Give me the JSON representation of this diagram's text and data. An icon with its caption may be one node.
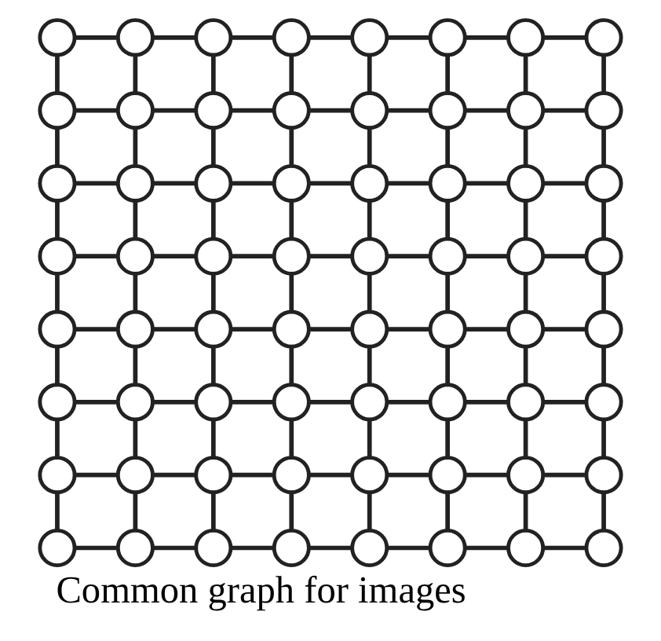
{
  "diagram": {
    "caption": "Common graph for images",
    "nodes": [
      {
        "text": [],
        "shape": "circle"
      },
      {
        "text": [],
        "shape": "circle"
      },
      {
        "text": [],
        "shape": "circle"
      },
      {
        "text": [],
        "shape": "circle"
      },
      {
        "text": [],
        "shape": "circle"
      },
      {
        "text": [],
        "shape": "circle"
      },
      {
        "text": [],
        "shape": "circle"
      },
      {
        "text": [],
        "shape": "circle"
      },
      {
        "text": [],
        "shape": "circle"
      },
      {
        "text": [],
        "shape": "circle"
      },
      {
        "text": [],
        "shape": "circle"
      },
      {
        "text": [],
        "shape": "circle"
      },
      {
        "text": [],
        "shape": "circle"
      },
      {
        "text": [],
        "shape": "circle"
      },
      {
        "text": [],
        "shape": "circle"
      },
      {
        "text": [],
        "shape": "circle"
      },
      {
        "text": [],
        "shape": "circle"
      },
      {
        "text": [],
        "shape": "circle"
      },
      {
        "text": [],
        "shape": "circle"
      },
      {
        "text": [],
        "shape": "circle"
      },
      {
        "text": [],
        "shape": "circle"
      },
      {
        "text": [],
        "shape": "circle"
      },
      {
        "text": [],
        "shape": "circle"
      },
      {
        "text": [],
        "shape": "circle"
      },
      {
        "text": [],
        "shape": "circle"
      },
      {
        "text": [],
        "shape": "circle"
      },
      {
        "text": [],
        "shape": "circle"
      },
      {
        "text": [],
        "shape": "circle"
      },
      {
        "text": [],
        "shape": "circle"
      },
      {
        "text": [],
        "shape": "circle"
      },
      {
        "text": [],
        "shape": "circle"
      },
      {
        "text": [],
        "shape": "circle"
      },
      {
        "text": [],
        "shape": "circle"
      },
      {
        "text": [],
        "shape": "circle"
      },
      {
        "text": [],
        "shape": "circle"
      },
      {
        "text": [],
        "shape": "circle"
      },
      {
        "text": [],
        "shape": "circle"
      },
      {
        "text": [],
        "shape": "circle"
      },
      {
        "text": [],
        "shape": "circle"
      },
      {
        "text": [],
        "shape": "circle"
      },
      {
        "text": [],
        "shape": "circle"
      },
      {
        "text": [],
        "shape": "circle"
      },
      {
        "text": [],
        "shape": "circle"
      },
      {
        "text": [],
        "shape": "circle"
      },
      {
        "text": [],
        "shape": "circle"
      },
      {
        "text": [],
        "shape": "circle"
      },
      {
        "text": [],
        "shape": "circle"
      },
      {
        "text": [],
        "shape": "circle"
      },
      {
        "text": [],
        "shape": "circle"
      },
      {
        "text": [],
        "shape": "circle"
      },
      {
        "text": [],
        "shape": "circle"
      },
      {
        "text": [],
        "shape": "circle"
      },
      {
        "text": [],
        "shape": "circle"
      },
      {
        "text": [],
        "shape": "circle"
      },
      {
        "text": [],
        "shape": "circle"
      },
      {
        "text": [],
        "shape": "circle"
      },
      {
        "text": [],
        "shape": "circle"
      },
      {
        "text": [],
        "shape": "circle"
      },
      {
        "text": [],
        "shape": "circle"
      },
      {
        "text": [],
        "shape": "circle"
      },
      {
        "text": [],
        "shape": "circle"
      },
      {
        "text": [],
        "shape": "circle"
      },
      {
        "text": [],
        "shape": "circle"
      },
      {
        "text": [],
        "shape": "circle"
      }
    ],
    "edges": [
      {
        "from": 0,
        "to": 1,
        "arrow": "none"
      },
      {
        "from": 0,
        "to": 8,
        "arrow": "none"
      },
      {
        "from": 1,
        "to": 2,
        "arrow": "none"
      },
      {
        "from": 1,
        "to": 9,
        "arrow": "none"
      },
      {
        "from": 2,
        "to": 3,
        "arrow": "none"
      },
      {
        "from": 2,
        "to": 10,
        "arrow": "none"
      },
      {
        "from": 3,
        "to": 4,
        "arrow": "none"
      },
      {
        "from": 3,
        "to": 11,
        "arrow": "none"
      },
      {
        "from": 4,
        "to": 5,
        "arrow": "none"
      },
      {
        "from": 4,
        "to": 12,
        "arrow": "none"
      },
      {
        "from": 5,
        "to": 6,
        "arrow": "none"
      },
      {
        "from": 5,
        "to": 13,
        "arrow": "none"
      },
      {
        "from": 6,
        "to": 7,
        "arrow": "none"
      },
      {
        "from": 6,
        "to": 14,
        "arrow": "none"
      },
      {
        "from": 7,
        "to": 15,
        "arrow": "none"
      },
      {
        "from": 8,
        "to": 9,
        "arrow": "none"
      },
      {
        "from": 8,
        "to": 16,
        "arrow": "none"
      },
      {
        "from": 9,
        "to": 10,
        "arrow": "none"
      },
      {
        "from": 9,
        "to": 17,
        "arrow": "none"
      },
      {
        "from": 10,
        "to": 11,
        "arrow": "none"
      },
      {
        "from": 10,
        "to": 18,
        "arrow": "none"
      },
      {
        "from": 11,
        "to": 12,
        "arrow": "none"
      },
      {
        "from": 11,
        "to": 19,
        "arrow": "none"
      },
      {
        "from": 12,
        "to": 13,
        "arrow": "none"
      },
      {
        "from": 12,
        "to": 20,
        "arrow": "none"
      },
      {
        "from": 13,
        "to": 14,
        "arrow": "none"
      },
      {
        "from": 13,
        "to": 21,
        "arrow": "none"
      },
      {
        "from": 14,
        "to": 15,
        "arrow": "none"
      },
      {
        "from": 14,
        "to": 22,
        "arrow": "none"
      },
      {
        "from": 15,
        "to": 23,
        "arrow": "none"
      },
      {
        "from": 16,
        "to": 17,
        "arrow": "none"
      },
      {
        "from": 16,
        "to": 24,
        "arrow": "none"
      },
      {
        "from": 17,
        "to": 18,
        "arrow": "none"
      },
      {
        "from": 17,
        "to": 25,
        "arrow": "none"
      },
      {
        "from": 18,
        "to": 19,
        "arrow": "none"
      },
      {
        "from": 18,
        "to": 26,
        "arrow": "none"
      },
      {
        "from": 19,
        "to": 20,
        "arrow": "none"
      },
      {
        "from": 19,
        "to": 27,
        "arrow": "none"
      },
      {
        "from": 20,
        "to": 21,
        "arrow": "none"
      },
      {
        "from": 20,
        "to": 28,
        "arrow": "none"
      },
      {
        "from": 21,
        "to": 22,
        "arrow": "none"
      },
      {
        "from": 21,
        "to": 29,
        "arrow": "none"
      },
      {
        "from": 22,
        "to": 23,
        "arrow": "none"
      },
      {
        "from": 22,
        "to": 30,
        "arrow": "none"
      },
      {
        "from": 23,
        "to": 31,
        "arrow": "none"
      },
      {
        "from": 24,
        "to": 25,
        "arrow": "none"
      },
      {
        "from": 24,
        "to": 32,
        "arrow": "none"
      },
      {
        "from": 25,
        "to": 26,
        "arrow": "none"
      },
      {
        "from": 25,
        "to": 33,
        "arrow": "none"
      },
      {
        "from": 26,
        "to": 27,
        "arrow": "none"
      },
      {
        "from": 26,
        "to": 34,
        "arrow": "none"
      },
      {
        "from": 27,
        "to": 28,
        "arrow": "none"
      },
      {
        "from": 27,
        "to": 35,
        "arrow": "none"
      },
      {
        "from": 28,
        "to": 29,
        "arrow": "none"
      },
      {
        "from": 28,
        "to": 36,
        "arrow": "none"
      },
      {
        "from": 29,
        "to": 30,
        "arrow": "none"
      },
      {
        "from": 29,
        "to": 37,
        "arrow": "none"
      },
      {
        "from": 30,
        "to": 31,
        "arrow": "none"
      },
      {
        "from": 30,
        "to": 38,
        "arrow": "none"
      },
      {
        "from": 31,
        "to": 39,
        "arrow": "none"
      },
      {
        "from": 32,
        "to": 33,
        "arrow": "none"
      },
      {
        "from": 32,
        "to": 40,
        "arrow": "none"
      },
      {
        "from": 33,
        "to": 34,
        "arrow": "none"
      },
      {
        "from": 33,
        "to": 41,
        "arrow": "none"
      },
      {
        "from": 34,
        "to": 35,
        "arrow": "none"
      },
      {
        "from": 34,
        "to": 42,
        "arrow": "none"
      },
      {
        "from": 35,
        "to": 36,
        "arrow": "none"
      },
      {
        "from": 35,
        "to": 43,
        "arrow": "none"
      },
      {
        "from": 36,
        "to": 37,
        "arrow": "none"
      },
      {
        "from": 36,
        "to": 44,
        "arrow": "none"
      },
      {
        "from": 37,
        "to": 38,
        "arrow": "none"
      },
      {
        "from": 37,
        "to": 45,
        "arrow": "none"
      },
      {
        "from": 38,
        "to": 39,
        "arrow": "none"
      },
      {
        "from": 38,
        "to": 46,
        "arrow": "none"
      },
      {
        "from": 39,
        "to": 47,
        "arrow": "none"
      },
      {
        "from": 40,
        "to": 41,
        "arrow": "none"
      },
      {
        "from": 40,
        "to": 48,
        "arrow": "none"
      },
      {
        "from": 41,
        "to": 42,
        "arrow": "none"
      },
      {
        "from": 41,
        "to": 49,
        "arrow": "none"
      },
      {
        "from": 42,
        "to": 43,
        "arrow": "none"
      },
      {
        "from": 42,
        "to": 50,
        "arrow": "none"
      },
      {
        "from": 43,
        "to": 44,
        "arrow": "none"
      },
      {
        "from": 43,
        "to": 51,
        "arrow": "none"
      },
      {
        "from": 44,
        "to": 45,
        "arrow": "none"
      },
      {
        "from": 44,
        "to": 52,
        "arrow": "none"
      },
      {
        "from": 45,
        "to": 46,
        "arrow": "none"
      },
      {
        "from": 45,
        "to": 53,
        "arrow": "none"
      },
      {
        "from": 46,
        "to": 47,
        "arrow": "none"
      },
      {
        "from": 46,
        "to": 54,
        "arrow": "none"
      },
      {
        "from": 47,
        "to": 55,
        "arrow": "none"
      },
      {
        "from": 48,
        "to": 49,
        "arrow": "none"
      },
      {
        "from": 48,
        "to": 56,
        "arrow": "none"
      },
      {
        "from": 49,
        "to": 50,
        "arrow": "none"
      },
      {
        "from": 49,
        "to": 57,
        "arrow": "none"
      },
      {
        "from": 50,
        "to": 51,
        "arrow": "none"
      },
      {
        "from": 50,
        "to": 58,
        "arrow": "none"
      },
      {
        "from": 51,
        "to": 52,
        "arrow": "none"
      },
      {
        "from": 51,
        "to": 59,
        "arrow": "none"
      },
      {
        "from": 52,
        "to": 53,
        "arrow": "none"
      },
      {
        "from": 52,
        "to": 60,
        "arrow": "none"
      },
      {
        "from": 53,
        "to": 54,
        "arrow": "none"
      },
      {
        "from": 53,
        "to": 61,
        "arrow": "none"
      },
      {
        "from": 54,
        "to": 55,
        "arrow": "none"
      },
      {
        "from": 54,
        "to": 62,
        "arrow": "none"
      },
      {
        "from": 55,
        "to": 63,
        "arrow": "none"
      },
      {
        "from": 56,
        "to": 57,
        "arrow": "none"
      },
      {
        "from": 57,
        "to": 58,
        "arrow": "none"
      },
      {
        "from": 58,
        "to": 59,
        "arrow": "none"
      },
      {
        "from": 59,
        "to": 60,
        "arrow": "none"
      },
      {
        "from": 60,
        "to": 61,
        "arrow": "none"
      },
      {
        "from": 61,
        "to": 62,
        "arrow": "none"
      },
      {
        "from": 62,
        "to": 63,
        "arrow": "none"
      }
    ]
  }
}
